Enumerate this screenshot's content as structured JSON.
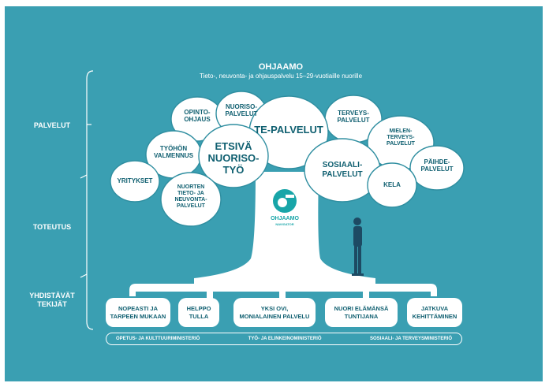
{
  "header": {
    "title": "OHJAAMO",
    "subtitle": "Tieto-, neuvonta- ja ohjauspalvelu 15–29-vuotiaille nuorille"
  },
  "levels": {
    "services": "PALVELUT",
    "implementation": "TOTEUTUS",
    "unifying": "YHDISTÄVÄT\nTEKIJÄT"
  },
  "clouds": [
    {
      "label": "OPINTO-\nOHJAUS"
    },
    {
      "label": "NUORISO-\nPALVELUT"
    },
    {
      "label": "TE-PALVELUT"
    },
    {
      "label": "TERVEYS-\nPALVELUT"
    },
    {
      "label": "TYÖHÖN\nVALMENNUS"
    },
    {
      "label": "ETSIVÄ\nNUORISO-\nTYÖ"
    },
    {
      "label": "MIELEN-\nTERVEYS-\nPALVELUT"
    },
    {
      "label": "YRITYKSET"
    },
    {
      "label": "SOSIAALI-\nPALVELUT"
    },
    {
      "label": "PÄIHDE-\nPALVELUT"
    },
    {
      "label": "NUORTEN\nTIETO- JA\nNEUVONTA-\nPALVELUT"
    },
    {
      "label": "KELA"
    }
  ],
  "logo": {
    "name": "OHJAAMO",
    "tagline": "NAVIGATOR"
  },
  "factors": [
    {
      "label": "NOPEASTI JA\nTARPEEN MUKAAN"
    },
    {
      "label": "HELPPO\nTULLA"
    },
    {
      "label": "YKSI OVI,\nMONIALAINEN PALVELU"
    },
    {
      "label": "NUORI ELÄMÄNSÄ\nTUNTIJANA"
    },
    {
      "label": "JATKUVA\nKEHITTÄMINEN"
    }
  ],
  "ministries": [
    "OPETUS- JA KULTTUURIMINISTERIÖ",
    "TYÖ- JA ELINKEINOMINISTERIÖ",
    "SOSIAALI- JA TERVEYSMINISTERIÖ"
  ],
  "colors": {
    "background": "#3a9fb2",
    "text": "#0f5f70",
    "accent": "#18a5a8",
    "person": "#1d4a63"
  }
}
